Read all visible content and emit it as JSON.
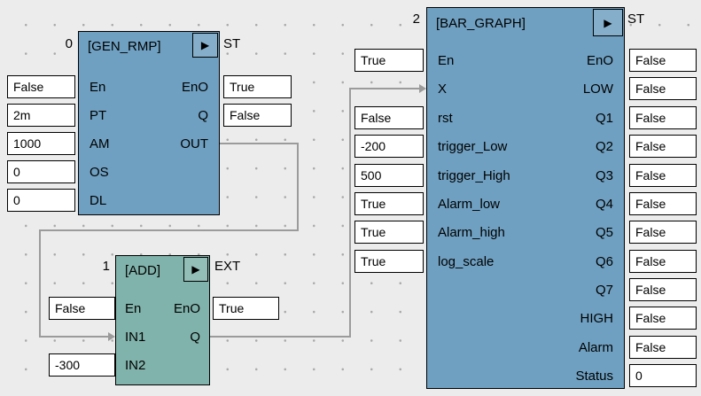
{
  "icons": {
    "play": "▶"
  },
  "colors": {
    "canvas": "#ececec",
    "block_blue": "#6fa0c1",
    "block_teal": "#80b3ab",
    "wire": "#9b9b9b",
    "value_box_bg": "#ffffff",
    "text": "#000000"
  },
  "blocks": [
    {
      "index": "0",
      "title": "[GEN_RMP]",
      "tag": "ST",
      "inputs": [
        {
          "label": "En",
          "value": "False"
        },
        {
          "label": "PT",
          "value": "2m"
        },
        {
          "label": "AM",
          "value": "1000"
        },
        {
          "label": "OS",
          "value": "0"
        },
        {
          "label": "DL",
          "value": "0"
        }
      ],
      "outputs": [
        {
          "label": "EnO",
          "value": "True"
        },
        {
          "label": "Q",
          "value": "False"
        },
        {
          "label": "OUT"
        }
      ]
    },
    {
      "index": "1",
      "title": "[ADD]",
      "tag": "EXT",
      "inputs": [
        {
          "label": "En",
          "value": "False"
        },
        {
          "label": "IN1"
        },
        {
          "label": "IN2",
          "value": "-300"
        }
      ],
      "outputs": [
        {
          "label": "EnO",
          "value": "True"
        },
        {
          "label": "Q"
        }
      ]
    },
    {
      "index": "2",
      "title": "[BAR_GRAPH]",
      "tag": "ST",
      "inputs": [
        {
          "label": "En",
          "value": "True"
        },
        {
          "label": "X"
        },
        {
          "label": "rst",
          "value": "False"
        },
        {
          "label": "trigger_Low",
          "value": "-200"
        },
        {
          "label": "trigger_High",
          "value": "500"
        },
        {
          "label": "Alarm_low",
          "value": "True"
        },
        {
          "label": "Alarm_high",
          "value": "True"
        },
        {
          "label": "log_scale",
          "value": "True"
        }
      ],
      "outputs": [
        {
          "label": "EnO",
          "value": "False"
        },
        {
          "label": "LOW",
          "value": "False"
        },
        {
          "label": "Q1",
          "value": "False"
        },
        {
          "label": "Q2",
          "value": "False"
        },
        {
          "label": "Q3",
          "value": "False"
        },
        {
          "label": "Q4",
          "value": "False"
        },
        {
          "label": "Q5",
          "value": "False"
        },
        {
          "label": "Q6",
          "value": "False"
        },
        {
          "label": "Q7",
          "value": "False"
        },
        {
          "label": "HIGH",
          "value": "False"
        },
        {
          "label": "Alarm",
          "value": "False"
        },
        {
          "label": "Status",
          "value": "0"
        }
      ]
    }
  ]
}
